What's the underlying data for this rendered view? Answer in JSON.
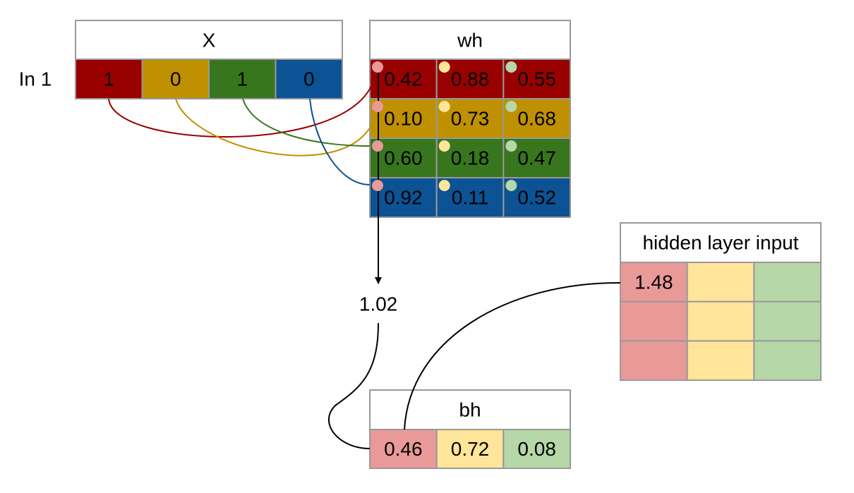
{
  "colors": {
    "red": "#990000",
    "gold": "#bf9000",
    "green": "#38761d",
    "blue": "#0b5394",
    "light_red": "#ea9999",
    "light_yellow": "#ffe599",
    "light_green": "#b6d7a8",
    "border": "#999999",
    "header_bg": "#ffffff",
    "line": "#000000"
  },
  "row_label": "In 1",
  "x_table": {
    "title": "X",
    "values": [
      "1",
      "0",
      "1",
      "0"
    ]
  },
  "wh_table": {
    "title": "wh",
    "rows": [
      [
        "0.42",
        "0.88",
        "0.55"
      ],
      [
        "0.10",
        "0.73",
        "0.68"
      ],
      [
        "0.60",
        "0.18",
        "0.47"
      ],
      [
        "0.92",
        "0.11",
        "0.52"
      ]
    ]
  },
  "dot_product_result": "1.02",
  "bh_table": {
    "title": "bh",
    "values": [
      "0.46",
      "0.72",
      "0.08"
    ]
  },
  "hidden_table": {
    "title": "hidden layer input",
    "rows": [
      [
        "1.48",
        "",
        ""
      ],
      [
        "",
        "",
        ""
      ],
      [
        "",
        "",
        ""
      ]
    ]
  }
}
